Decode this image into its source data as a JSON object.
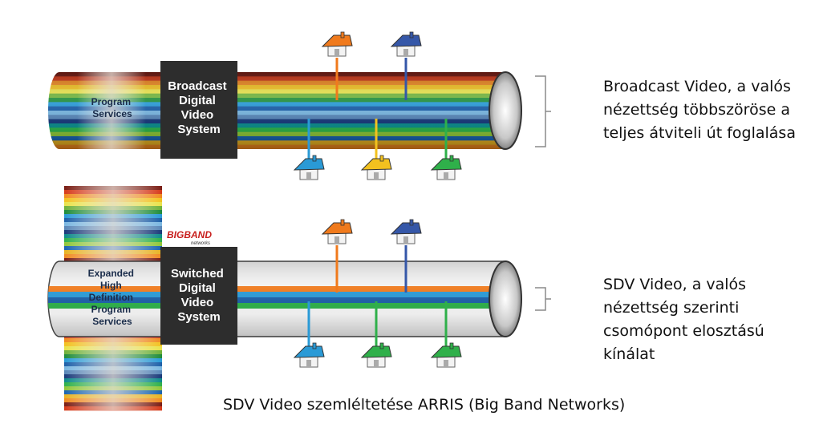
{
  "top_diagram": {
    "box_label": "Broadcast Digital Video System",
    "box_lines": [
      "Broadcast",
      "Digital",
      "Video",
      "System"
    ],
    "label_lines": [
      "Program",
      "Services"
    ],
    "stripe_colors": [
      "#7a1d14",
      "#d63a1a",
      "#f08a1f",
      "#f2c11f",
      "#e9e24a",
      "#6fb13a",
      "#1f8c3a",
      "#2a9ad6",
      "#1d5fa8",
      "#7ab6e0",
      "#5a87b8",
      "#1a3a7a",
      "#0e8a8a",
      "#2fb04a",
      "#8fc63a",
      "#1a64b0",
      "#e8b222",
      "#f08a1f"
    ],
    "annotation": "Broadcast Video, a valós\nnézettség többszöröse a\nteljes átviteli út foglalása"
  },
  "bottom_diagram": {
    "logo_main": "BIGBAND",
    "logo_sub": "networks",
    "box_label": "Switched Digital Video System",
    "box_lines": [
      "Switched",
      "Digital",
      "Video",
      "System"
    ],
    "label_lines": [
      "Expanded",
      "High",
      "Definition",
      "Program",
      "Services"
    ],
    "channel_colors": [
      "#f07a1c",
      "#2a9ad6",
      "#1d5fa8",
      "#2fb04a"
    ],
    "annotation": "SDV Video, a valós\nnézettség szerinti\ncsomópont elosztású\nkínálat"
  },
  "houses": {
    "top_above": [
      {
        "color": "#f07a1c"
      },
      {
        "color": "#3557a8"
      }
    ],
    "top_below": [
      {
        "color": "#2a9ad6"
      },
      {
        "color": "#f2c11f"
      },
      {
        "color": "#2fb04a"
      }
    ],
    "bottom_above": [
      {
        "color": "#f07a1c"
      },
      {
        "color": "#3557a8"
      }
    ],
    "bottom_below": [
      {
        "color": "#2a9ad6"
      },
      {
        "color": "#2fb04a"
      },
      {
        "color": "#2fb04a"
      }
    ]
  },
  "caption": "SDV Video szemléltetése ARRIS (Big Band Networks)"
}
